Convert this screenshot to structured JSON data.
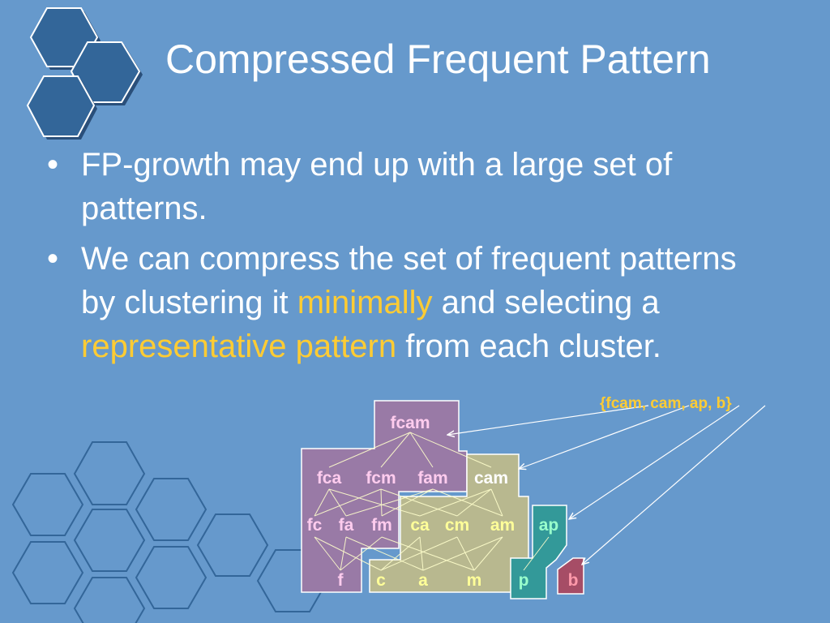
{
  "slide": {
    "title": "Compressed Frequent Pattern",
    "bullets": [
      {
        "marker": "•",
        "text": "FP-growth may end up with a large set of patterns."
      },
      {
        "marker": "•",
        "text_before": "We can compress the set of frequent patterns by clustering it ",
        "highlight1": "minimally",
        "text_middle": " and selecting a ",
        "highlight2": "representative pattern",
        "text_after": " from each cluster."
      }
    ]
  },
  "diagram": {
    "annotation": "{fcam, cam, ap, b}",
    "nodes": {
      "fcam": "fcam",
      "fca": "fca",
      "fcm": "fcm",
      "fam": "fam",
      "cam": "cam",
      "fc": "fc",
      "fa": "fa",
      "fm": "fm",
      "ca": "ca",
      "cm": "cm",
      "am": "am",
      "ap": "ap",
      "f": "f",
      "c": "c",
      "a": "a",
      "m": "m",
      "p": "p",
      "b": "b"
    },
    "colors": {
      "background": "#6699cc",
      "cluster_purple": "#997aa6",
      "cluster_olive": "#b8b88f",
      "cluster_teal": "#339999",
      "cluster_red": "#a64d66",
      "node_pink": "#ffccee",
      "node_yellow": "#ffff99",
      "node_teal": "#99ffcc",
      "node_red": "#ff99aa",
      "highlight": "#ffcc33"
    }
  }
}
